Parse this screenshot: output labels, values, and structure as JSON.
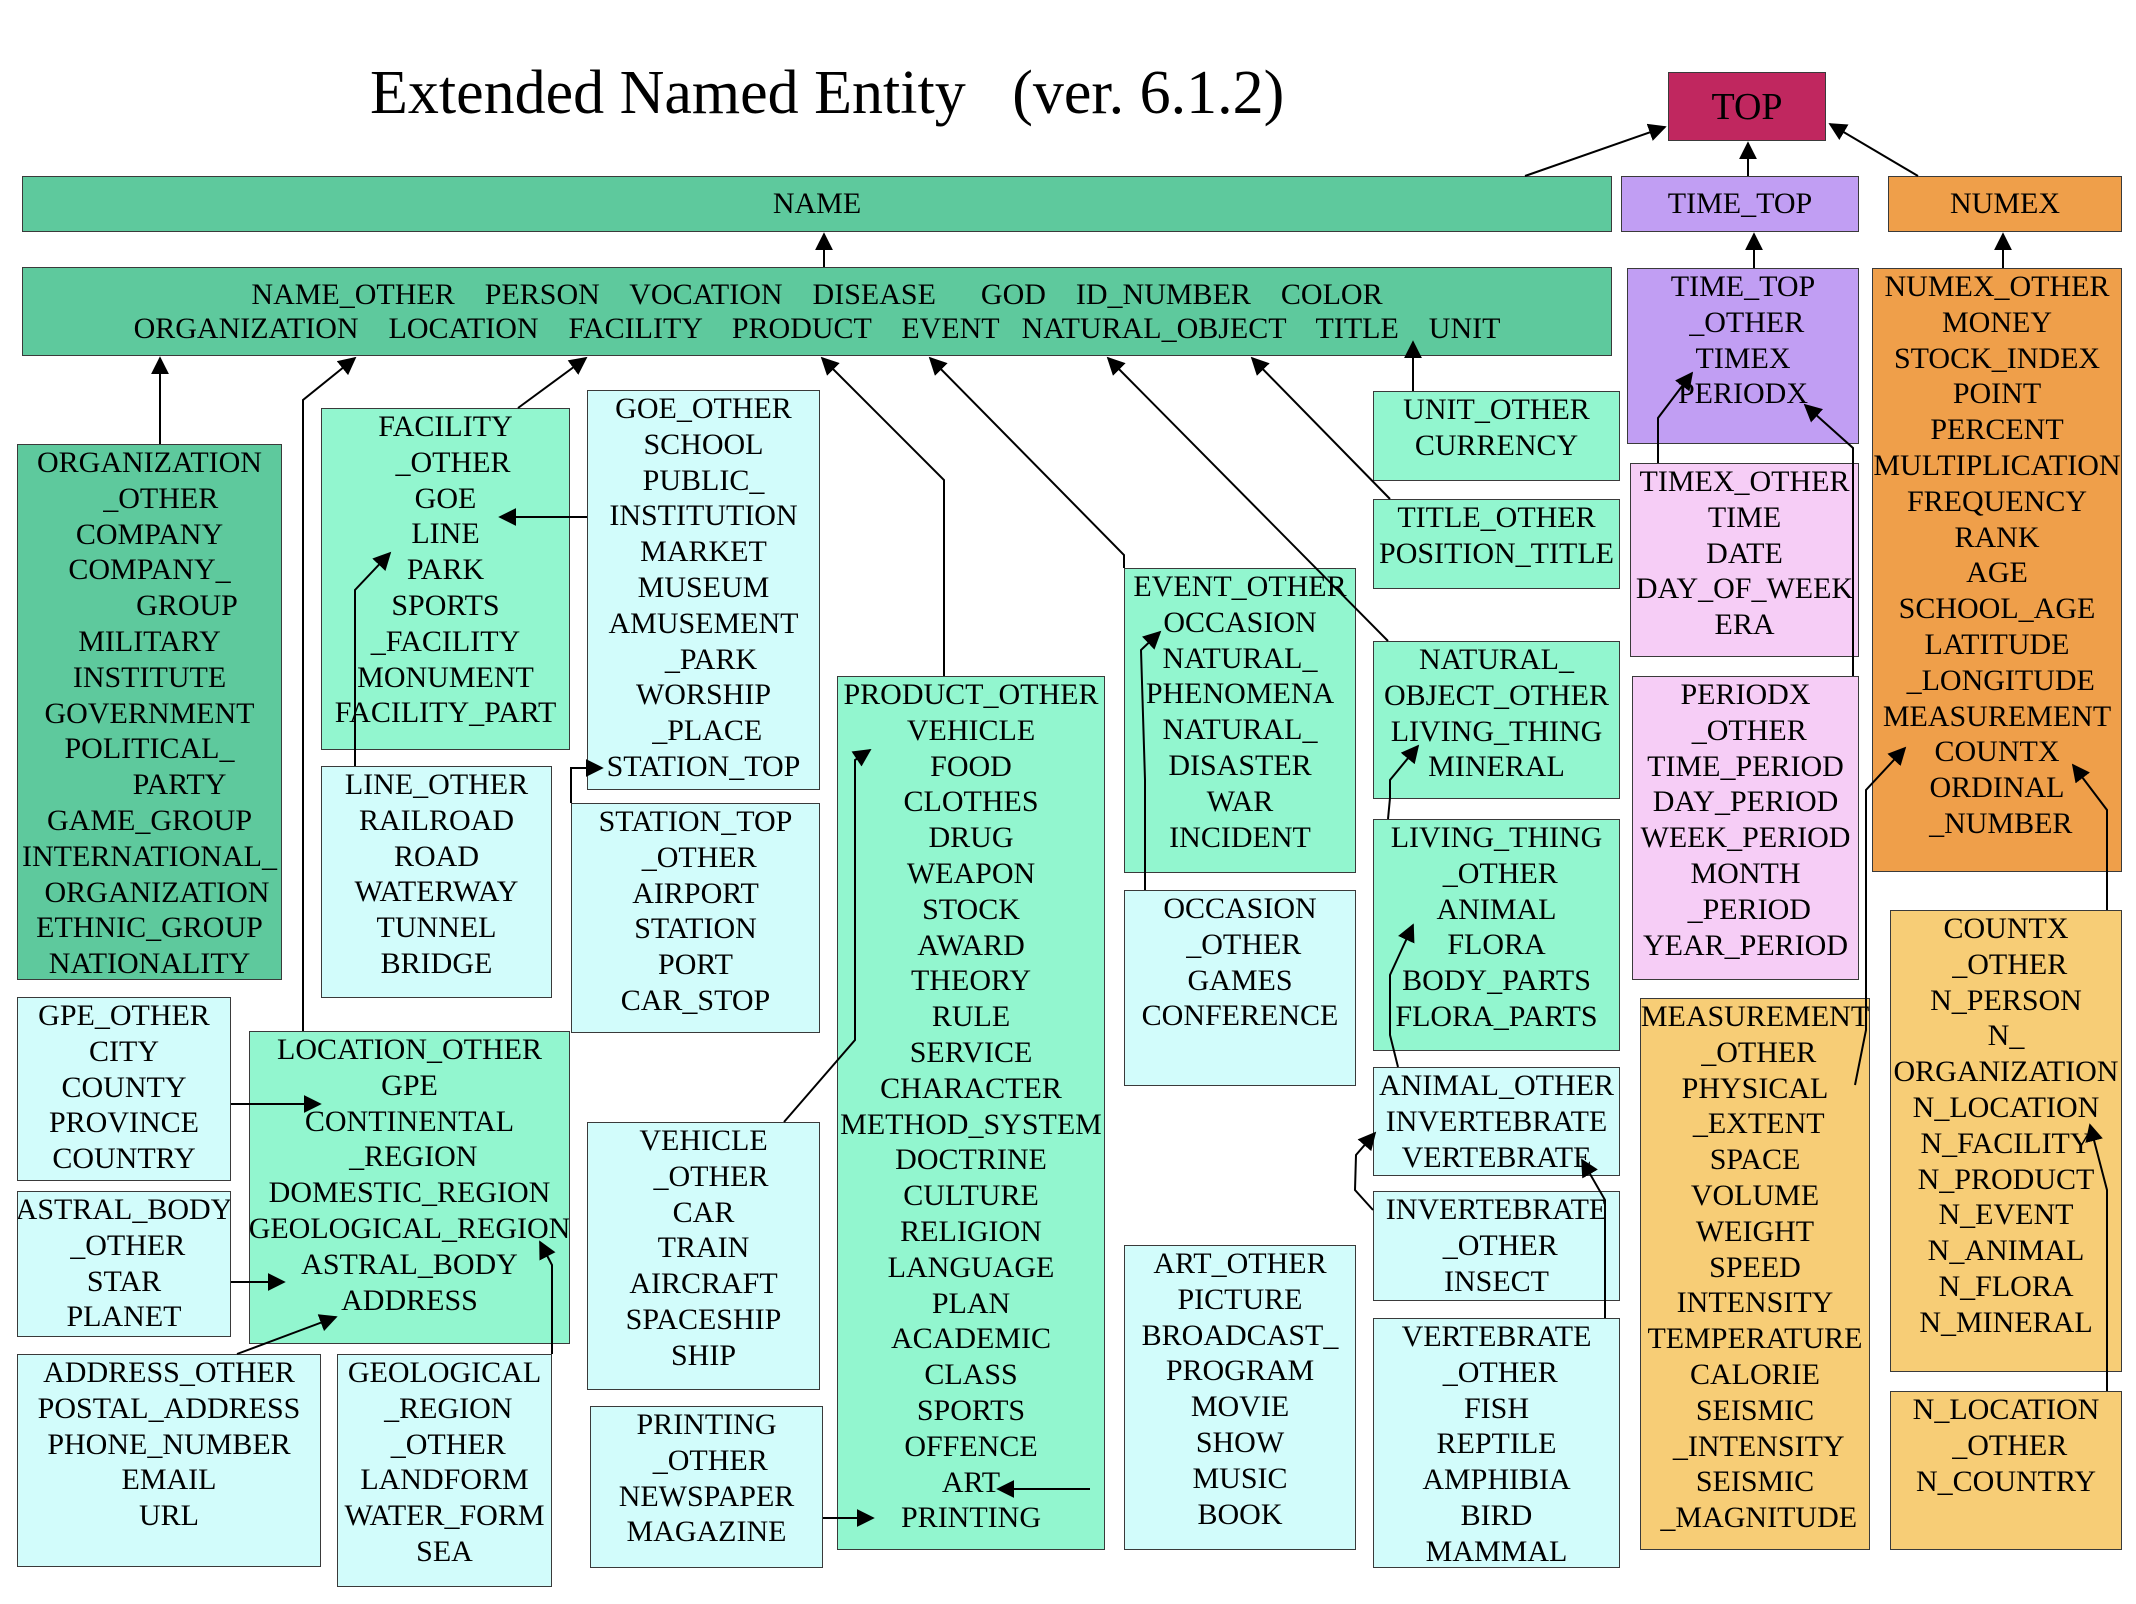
{
  "title": "Extended Named Entity   (ver. 6.1.2)",
  "colors": {
    "top": "#c0275f",
    "name_green": "#5ec99d",
    "cat_green": "#92f6cf",
    "light_cyan": "#d2fcfb",
    "time_purple": "#c19ef3",
    "time_pink": "#f6cdf6",
    "numex_orange": "#ef9f4a",
    "numex_yellow": "#f7cd76"
  },
  "top_label": "TOP",
  "name_label": "NAME",
  "time_top_label": "TIME_TOP",
  "numex_label": "NUMEX",
  "name_cats": {
    "row1": "NAME_OTHER    PERSON    VOCATION    DISEASE      GOD    ID_NUMBER    COLOR",
    "row2": "ORGANIZATION    LOCATION    FACILITY    PRODUCT    EVENT   NATURAL_OBJECT    TITLE    UNIT"
  },
  "boxes": {
    "organization": [
      "ORGANIZATION",
      "   _OTHER",
      "COMPANY",
      "COMPANY_",
      "          GROUP",
      "MILITARY",
      "INSTITUTE",
      "GOVERNMENT",
      "POLITICAL_",
      "        PARTY",
      "GAME_GROUP",
      "INTERNATIONAL_",
      "  ORGANIZATION",
      "ETHNIC_GROUP",
      "NATIONALITY"
    ],
    "facility": [
      "FACILITY",
      "  _OTHER",
      "GOE",
      "LINE",
      "PARK",
      "SPORTS",
      "_FACILITY",
      "MONUMENT",
      "FACILITY_PART"
    ],
    "goe": [
      "GOE_OTHER",
      "SCHOOL",
      "PUBLIC_",
      "INSTITUTION",
      "MARKET",
      "MUSEUM",
      "AMUSEMENT",
      "  _PARK",
      "WORSHIP",
      " _PLACE",
      "STATION_TOP"
    ],
    "line": [
      "LINE_OTHER",
      "RAILROAD",
      "ROAD",
      "WATERWAY",
      "TUNNEL",
      "BRIDGE"
    ],
    "station": [
      "STATION_TOP",
      " _OTHER",
      "AIRPORT",
      "STATION",
      "PORT",
      "CAR_STOP"
    ],
    "gpe": [
      "GPE_OTHER",
      "CITY",
      "COUNTY",
      "PROVINCE",
      "COUNTRY"
    ],
    "astral": [
      "ASTRAL_BODY",
      " _OTHER",
      "STAR",
      "PLANET"
    ],
    "location": [
      "LOCATION_OTHER",
      "GPE",
      "CONTINENTAL",
      " _REGION",
      "DOMESTIC_REGION",
      "GEOLOGICAL_REGION",
      "ASTRAL_BODY",
      "ADDRESS"
    ],
    "address": [
      "ADDRESS_OTHER",
      "POSTAL_ADDRESS",
      "PHONE_NUMBER",
      "EMAIL",
      "URL"
    ],
    "geological": [
      "GEOLOGICAL",
      " _REGION",
      " _OTHER",
      "LANDFORM",
      "WATER_FORM",
      "SEA"
    ],
    "vehicle": [
      "VEHICLE",
      "  _OTHER",
      "CAR",
      "TRAIN",
      "AIRCRAFT",
      "SPACESHIP",
      "SHIP"
    ],
    "printing": [
      "PRINTING",
      " _OTHER",
      "NEWSPAPER",
      "MAGAZINE"
    ],
    "product": [
      "PRODUCT_OTHER",
      "VEHICLE",
      "FOOD",
      "CLOTHES",
      "DRUG",
      "WEAPON",
      "STOCK",
      "AWARD",
      "THEORY",
      "RULE",
      "SERVICE",
      "CHARACTER",
      "METHOD_SYSTEM",
      "DOCTRINE",
      "CULTURE",
      "RELIGION",
      "LANGUAGE",
      "PLAN",
      "ACADEMIC",
      "CLASS",
      "SPORTS",
      "OFFENCE",
      "ART",
      "PRINTING"
    ],
    "event": [
      "EVENT_OTHER",
      "OCCASION",
      "NATURAL_",
      "PHENOMENA",
      "NATURAL_",
      "DISASTER",
      "WAR",
      "INCIDENT"
    ],
    "occasion": [
      "OCCASION",
      " _OTHER",
      "GAMES",
      "CONFERENCE"
    ],
    "art": [
      "ART_OTHER",
      "PICTURE",
      "BROADCAST_",
      "PROGRAM",
      "MOVIE",
      "SHOW",
      "MUSIC",
      "BOOK"
    ],
    "unit": [
      "UNIT_OTHER",
      "CURRENCY"
    ],
    "title_box": [
      "TITLE_OTHER",
      "POSITION_TITLE"
    ],
    "natural": [
      "NATURAL_",
      "OBJECT_OTHER",
      "LIVING_THING",
      "MINERAL"
    ],
    "living": [
      "LIVING_THING",
      " _OTHER",
      "ANIMAL",
      "FLORA",
      "BODY_PARTS",
      "FLORA_PARTS"
    ],
    "animal": [
      "ANIMAL_OTHER",
      "INVERTEBRATE",
      "VERTEBRATE"
    ],
    "invertebrate": [
      "INVERTEBRATE",
      " _OTHER",
      "INSECT"
    ],
    "vertebrate": [
      "VERTEBRATE",
      " _OTHER",
      "FISH",
      "REPTILE",
      "AMPHIBIA",
      "BIRD",
      "MAMMAL"
    ],
    "time_top": [
      "TIME_TOP",
      " _OTHER",
      "TIMEX",
      "PERIODX"
    ],
    "timex": [
      "TIMEX_OTHER",
      "TIME",
      "DATE",
      "DAY_OF_WEEK",
      "ERA"
    ],
    "periodx": [
      "PERIODX",
      " _OTHER",
      "TIME_PERIOD",
      "DAY_PERIOD",
      "WEEK_PERIOD",
      "MONTH",
      " _PERIOD",
      "YEAR_PERIOD"
    ],
    "numex": [
      "NUMEX_OTHER",
      "MONEY",
      "STOCK_INDEX",
      "POINT",
      "PERCENT",
      "MULTIPLICATION",
      "FREQUENCY",
      "RANK",
      "AGE",
      "SCHOOL_AGE",
      "LATITUDE",
      " _LONGITUDE",
      "MEASUREMENT",
      "COUNTX",
      "ORDINAL",
      " _NUMBER"
    ],
    "measurement": [
      "MEASUREMENT",
      " _OTHER",
      "PHYSICAL",
      " _EXTENT",
      "SPACE",
      "VOLUME",
      "WEIGHT",
      "SPEED",
      "INTENSITY",
      "TEMPERATURE",
      "CALORIE",
      "SEISMIC",
      " _INTENSITY",
      "SEISMIC",
      " _MAGNITUDE"
    ],
    "countx": [
      "COUNTX",
      " _OTHER",
      "N_PERSON",
      "N_",
      "ORGANIZATION",
      "N_LOCATION",
      "N_FACILITY",
      "N_PRODUCT",
      "N_EVENT",
      "N_ANIMAL",
      "N_FLORA",
      "N_MINERAL"
    ],
    "nlocation": [
      "N_LOCATION",
      " _OTHER",
      "N_COUNTRY"
    ]
  }
}
